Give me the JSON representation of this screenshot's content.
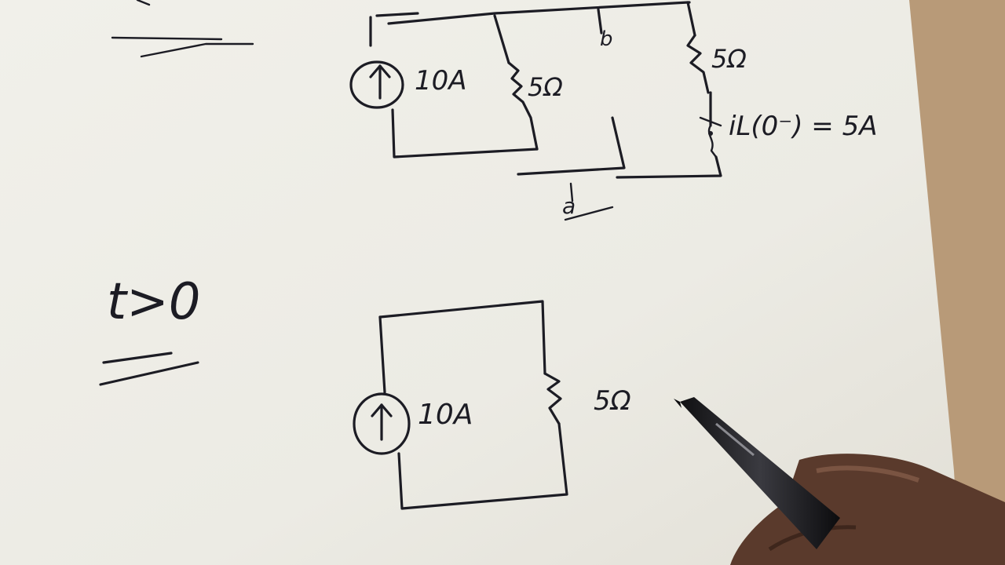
{
  "top_circuit": {
    "source_label": "10A",
    "resistor_middle_label": "5Ω",
    "resistor_right_label": "5Ω",
    "node_b_label": "b",
    "node_a_label": "a",
    "inductor_current_label": "iL(0⁻) = 5A"
  },
  "time_label": "t>0",
  "bottom_circuit": {
    "source_label": "10A",
    "resistor_label": "5Ω"
  },
  "colors": {
    "paper": "#efede6",
    "ink": "#1c1c24",
    "table": "#b89a78"
  }
}
